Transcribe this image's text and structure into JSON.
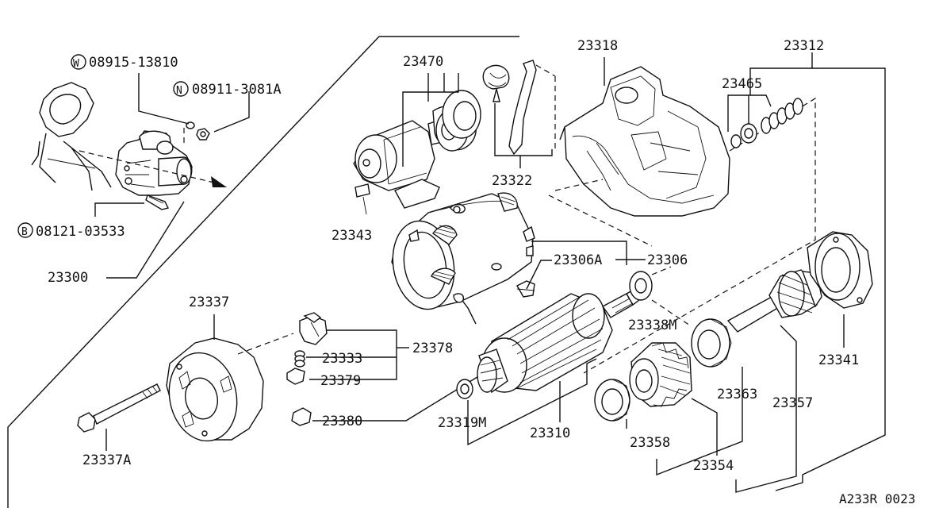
{
  "diagram_code": "A233R 0023",
  "labels": {
    "p08915": {
      "prefix": "W",
      "number": "08915-13810"
    },
    "p08911": {
      "prefix": "N",
      "number": "08911-3081A"
    },
    "p08121": {
      "prefix": "B",
      "number": "08121-03533"
    },
    "p23300": "23300",
    "p23470": "23470",
    "p23318": "23318",
    "p23312": "23312",
    "p23465": "23465",
    "p23322": "23322",
    "p23343": "23343",
    "p23306A": "23306A",
    "p23306": "23306",
    "p23337": "23337",
    "p23378": "23378",
    "p23333": "23333",
    "p23379": "23379",
    "p23380": "23380",
    "p23338M": "23338M",
    "p23341": "23341",
    "p23363": "23363",
    "p23357": "23357",
    "p23319M": "23319M",
    "p23310": "23310",
    "p23358": "23358",
    "p23354": "23354",
    "p23337A": "23337A"
  }
}
